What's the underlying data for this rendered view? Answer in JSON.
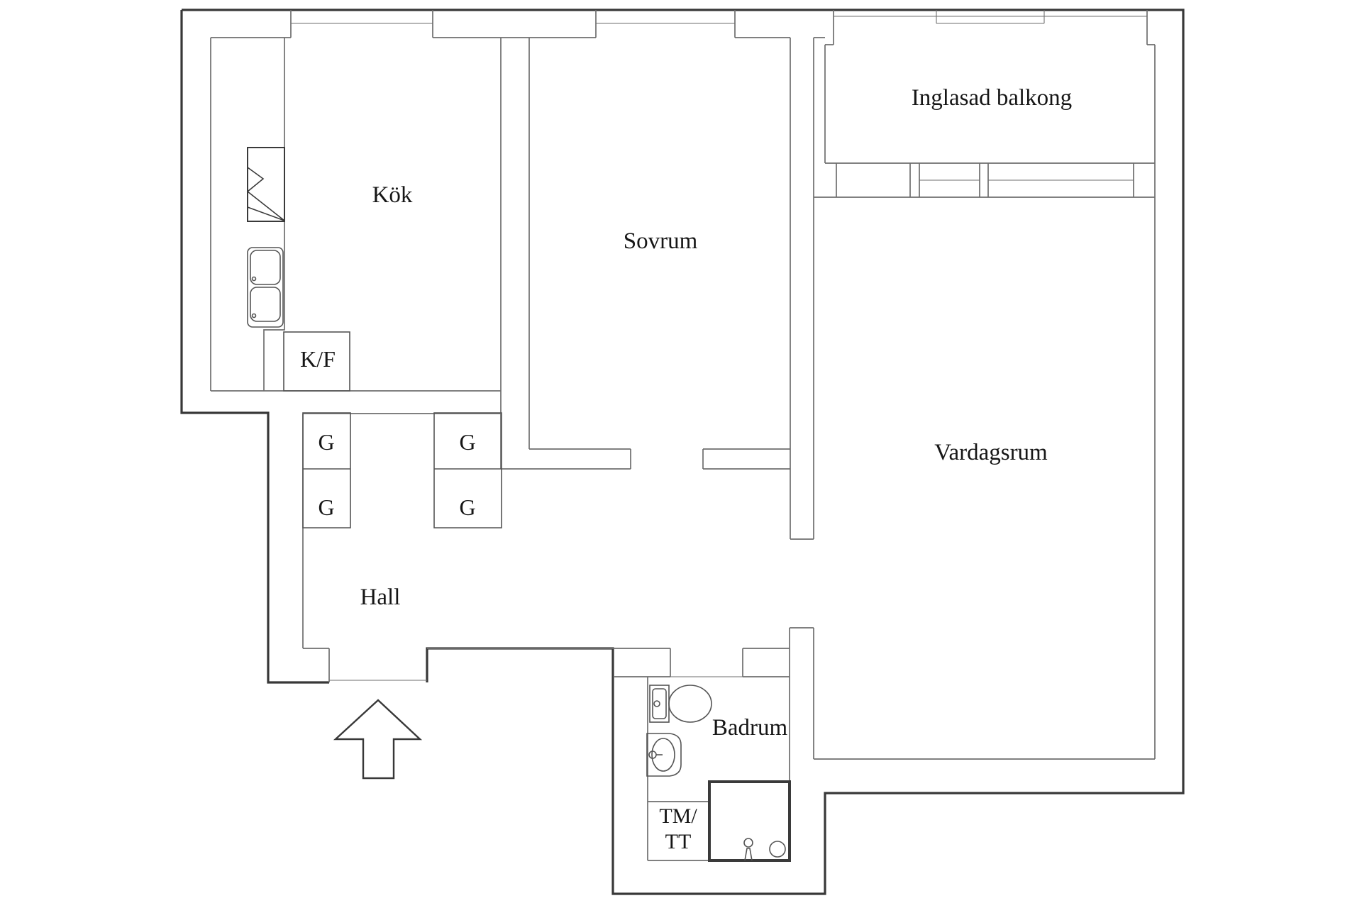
{
  "colors": {
    "background": "#ffffff",
    "outer_wall": "#383838",
    "inner_wall": "#6e6e6e",
    "fixture": "#545454",
    "fixture_dark": "#3a3a3a",
    "text": "#161616"
  },
  "rooms": {
    "kitchen": {
      "label": "Kök"
    },
    "bedroom": {
      "label": "Sovrum"
    },
    "balcony": {
      "label": "Inglasad balkong"
    },
    "living_room": {
      "label": "Vardagsrum"
    },
    "hall": {
      "label": "Hall"
    },
    "bathroom": {
      "label": "Badrum"
    }
  },
  "fixtures": {
    "fridge_freezer": {
      "label": "K/F"
    },
    "wardrobes": [
      {
        "label": "G"
      },
      {
        "label": "G"
      },
      {
        "label": "G"
      },
      {
        "label": "G"
      }
    ],
    "washer_dryer": {
      "label_line1": "TM/",
      "label_line2": "TT"
    }
  }
}
